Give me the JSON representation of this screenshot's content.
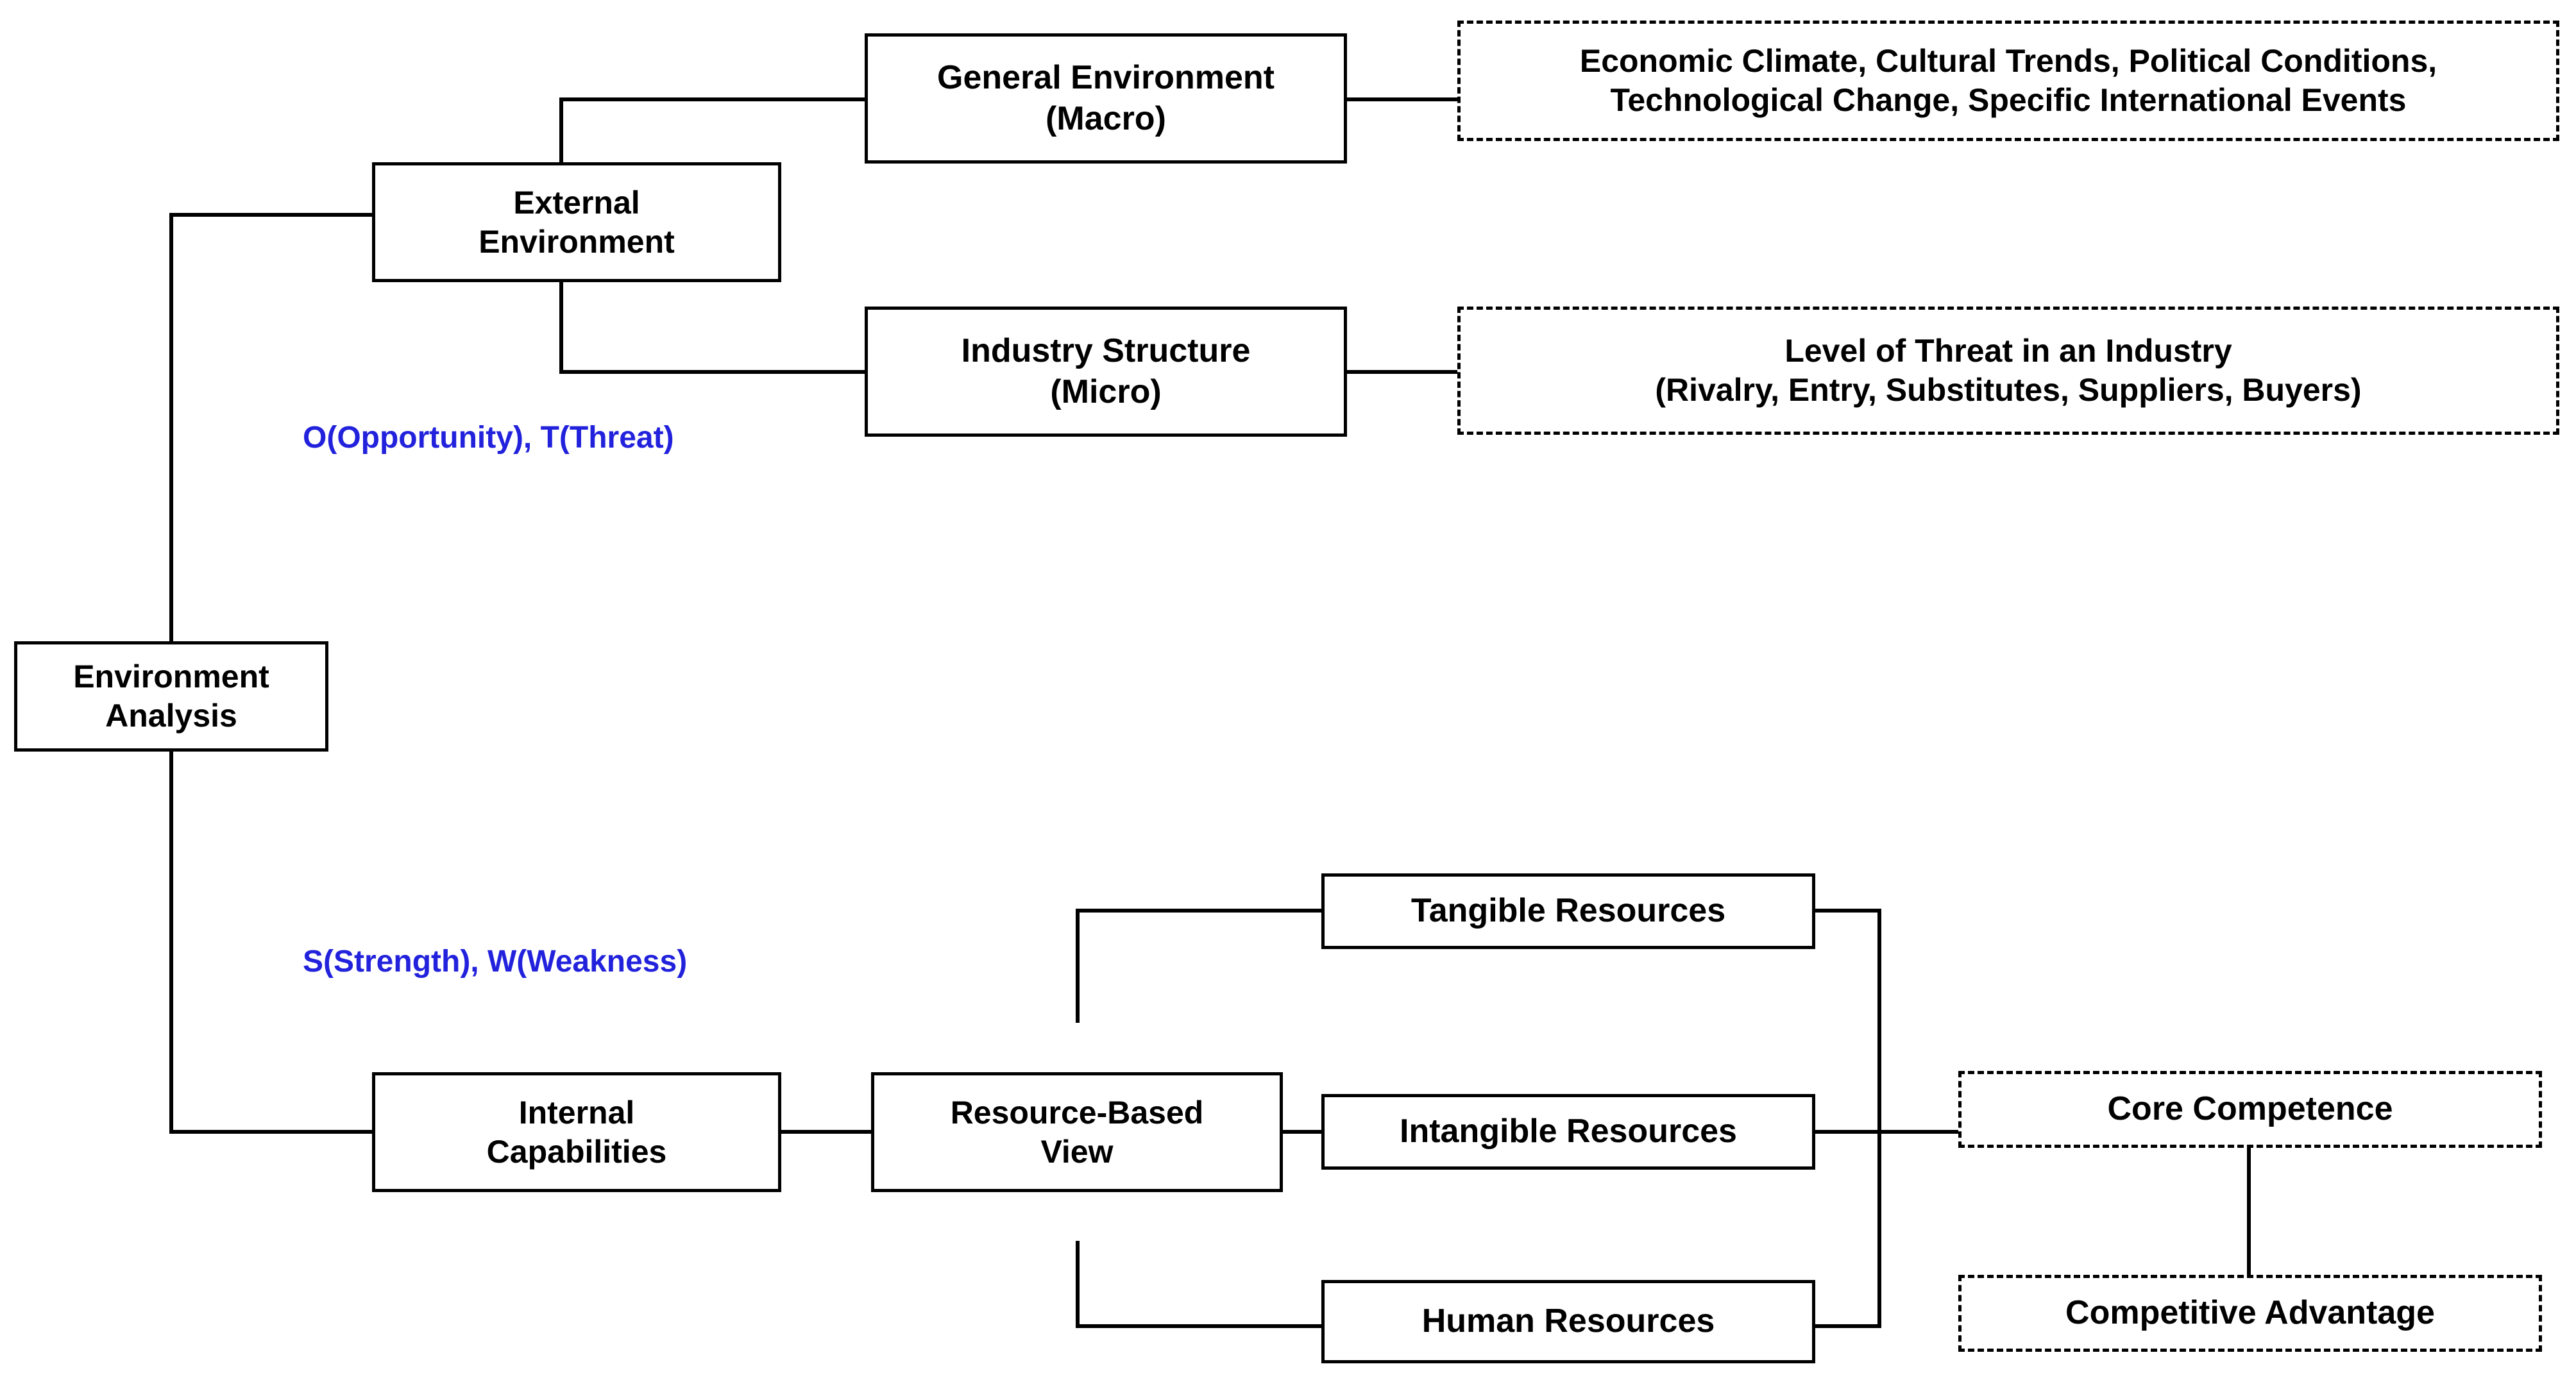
{
  "diagram": {
    "title": "Environment Analysis",
    "type": "hierarchical-tree-diagram",
    "colors": {
      "node_border": "#000000",
      "node_text": "#000000",
      "annotation_text": "#2222dd",
      "edge": "#000000",
      "background": "#ffffff"
    },
    "nodes": {
      "environment_analysis": {
        "line1": "Environment",
        "line2": "Analysis",
        "style": "solid"
      },
      "external_environment": {
        "line1": "External",
        "line2": "Environment",
        "style": "solid"
      },
      "general_environment": {
        "line1": "General Environment",
        "line2": "(Macro)",
        "style": "solid"
      },
      "industry_structure": {
        "line1": "Industry Structure",
        "line2": "(Micro)",
        "style": "solid"
      },
      "general_environment_detail": {
        "line1": "Economic Climate, Cultural Trends, Political Conditions,",
        "line2": "Technological Change, Specific International Events",
        "style": "dashed"
      },
      "industry_structure_detail": {
        "line1": "Level of Threat in an Industry",
        "line2": "(Rivalry, Entry, Substitutes, Suppliers, Buyers)",
        "style": "dashed"
      },
      "internal_capabilities": {
        "line1": "Internal",
        "line2": "Capabilities",
        "style": "solid"
      },
      "resource_based_view": {
        "line1": "Resource-Based",
        "line2": "View",
        "style": "solid"
      },
      "tangible_resources": {
        "line1": "Tangible Resources",
        "style": "solid"
      },
      "intangible_resources": {
        "line1": "Intangible Resources",
        "style": "solid"
      },
      "human_resources": {
        "line1": "Human Resources",
        "style": "solid"
      },
      "core_competence": {
        "line1": "Core Competence",
        "style": "dashed"
      },
      "competitive_advantage": {
        "line1": "Competitive Advantage",
        "style": "dashed"
      }
    },
    "annotations": {
      "swot_external": "O(Opportunity),  T(Threat)",
      "swot_internal": "S(Strength),  W(Weakness)"
    }
  }
}
